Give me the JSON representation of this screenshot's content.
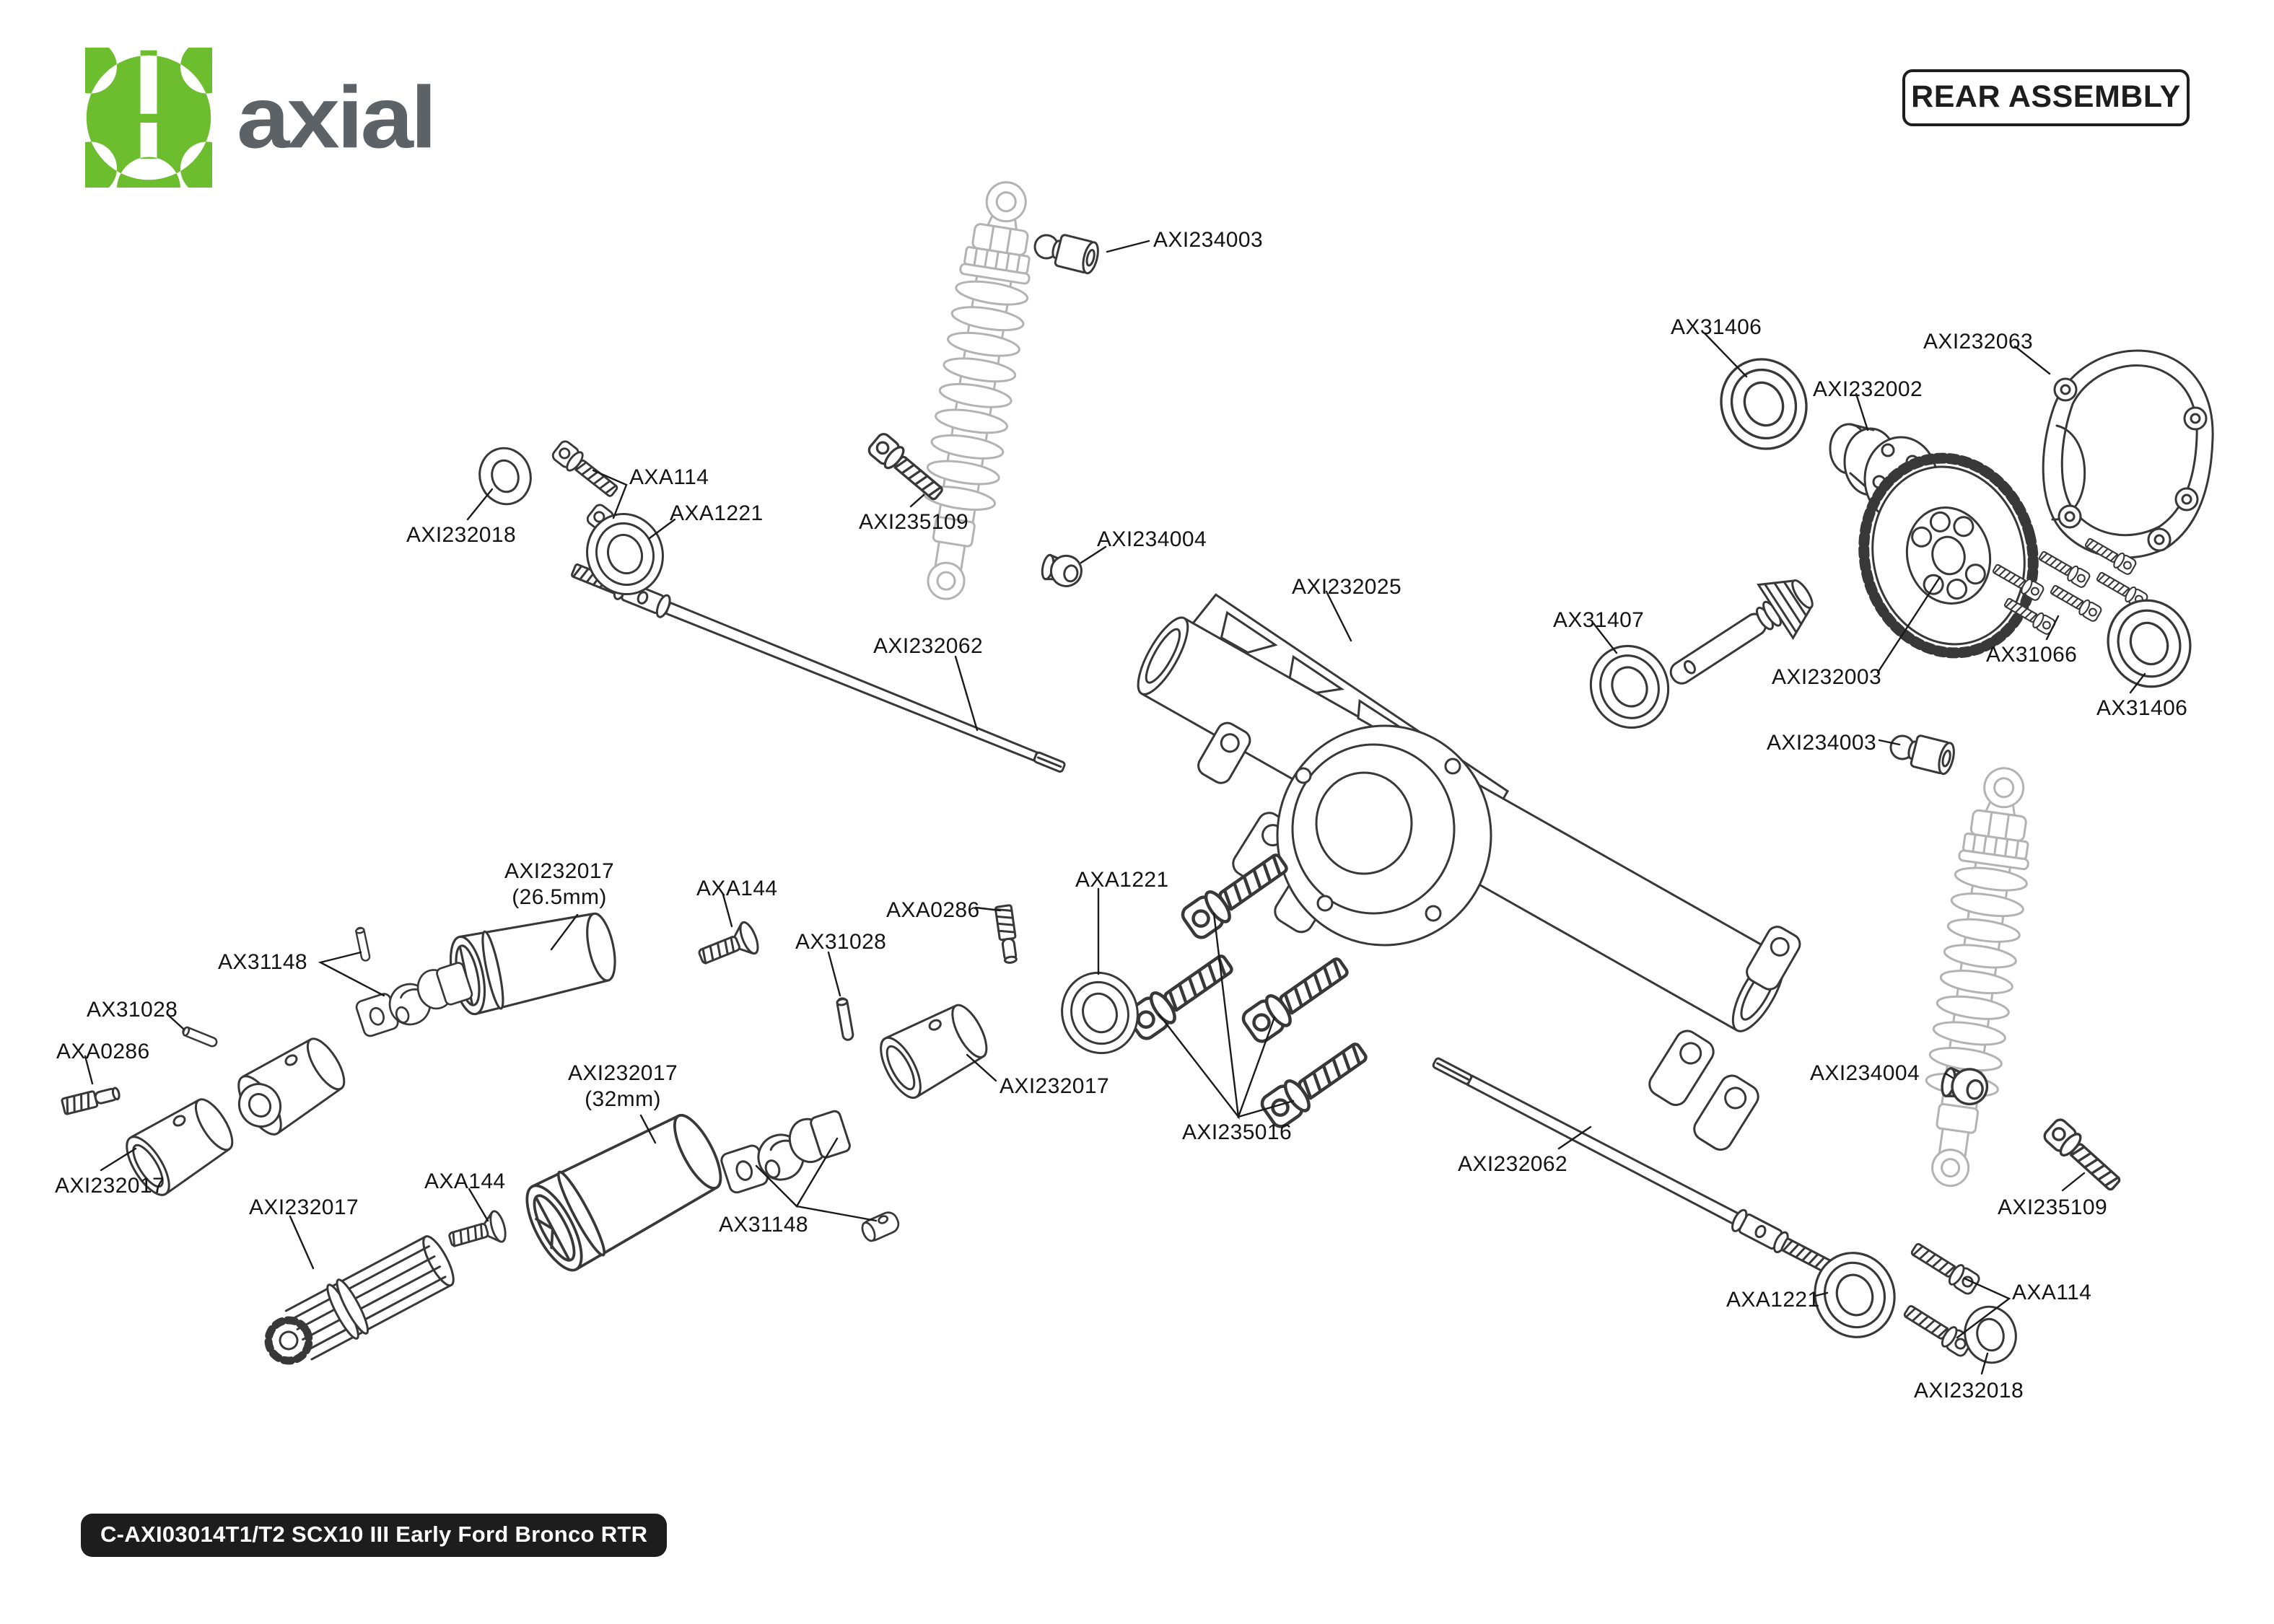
{
  "header": {
    "brand": "axial",
    "badge": "REAR ASSEMBLY",
    "logo_green": "#6cbe2e",
    "logo_gray": "#5c6266"
  },
  "footer": {
    "text": "C-AXI03014T1/T2 SCX10 III Early Ford Bronco RTR"
  },
  "diagram": {
    "title": "Rear axle exploded parts diagram",
    "line_color": "#383838",
    "ghost_color": "#b3b3b3",
    "labels": [
      {
        "text": "AXI234003"
      },
      {
        "text": "AX31406"
      },
      {
        "text": "AXI232063"
      },
      {
        "text": "AXI232002"
      },
      {
        "text": "AXA114"
      },
      {
        "text": "AXI232018"
      },
      {
        "text": "AXA1221"
      },
      {
        "text": "AXI235109"
      },
      {
        "text": "AXI234004"
      },
      {
        "text": "AXI232025"
      },
      {
        "text": "AX31407"
      },
      {
        "text": "AXI232003"
      },
      {
        "text": "AX31066"
      },
      {
        "text": "AX31406"
      },
      {
        "text": "AXI234003"
      },
      {
        "text": "AXI232062"
      },
      {
        "text": "AXI232017",
        "sub": "(26.5mm)"
      },
      {
        "text": "AXA144"
      },
      {
        "text": "AXA0286"
      },
      {
        "text": "AX31028"
      },
      {
        "text": "AXA1221"
      },
      {
        "text": "AX31148"
      },
      {
        "text": "AX31028"
      },
      {
        "text": "AXA0286"
      },
      {
        "text": "AXI232017"
      },
      {
        "text": "AXI235016"
      },
      {
        "text": "AXI232017",
        "sub": "(32mm)"
      },
      {
        "text": "AXI232017"
      },
      {
        "text": "AX31148"
      },
      {
        "text": "AXA144"
      },
      {
        "text": "AXI232017"
      },
      {
        "text": "AXI232062"
      },
      {
        "text": "AXI234004"
      },
      {
        "text": "AXI235109"
      },
      {
        "text": "AXA1221"
      },
      {
        "text": "AXA114"
      },
      {
        "text": "AXI232018"
      }
    ]
  }
}
